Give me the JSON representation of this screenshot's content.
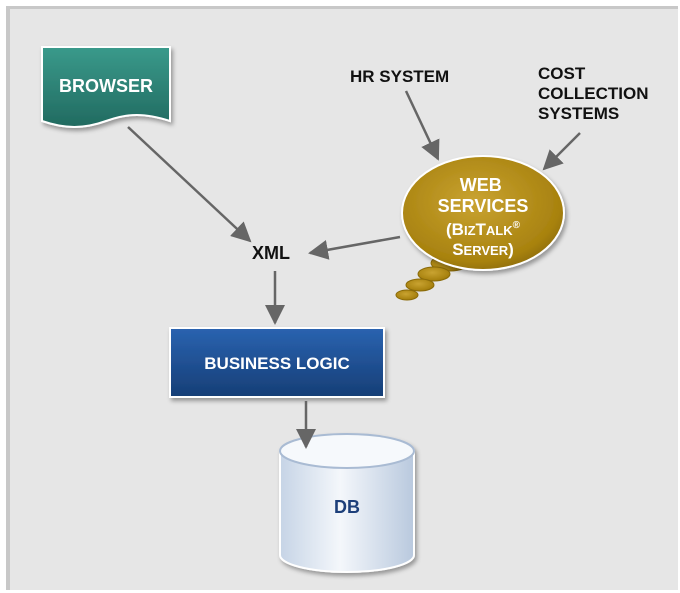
{
  "nodes": {
    "browser": "BROWSER",
    "hr_system": "HR SYSTEM",
    "cost_collection": [
      "COST",
      "COLLECTION",
      "SYSTEMS"
    ],
    "web_services": {
      "line1": "WEB",
      "line2": "SERVICES",
      "line3_prefix": "(B",
      "line3_small": "IZ",
      "line3_cap": "T",
      "line3_small2": "ALK",
      "line3_reg": "®",
      "line4_cap": "S",
      "line4_small": "ERVER",
      "line4_end": ")"
    },
    "xml": "XML",
    "business_logic": "BUSINESS LOGIC",
    "db": "DB"
  },
  "colors": {
    "browser_fill": "#2f7f73",
    "bizlogic_fill": "#1d4a88",
    "ellipse_fill": "#b08a12",
    "db_fill": "#e8eef6",
    "db_text": "#1d3f7a",
    "arrow": "#666666",
    "text": "#111111"
  }
}
